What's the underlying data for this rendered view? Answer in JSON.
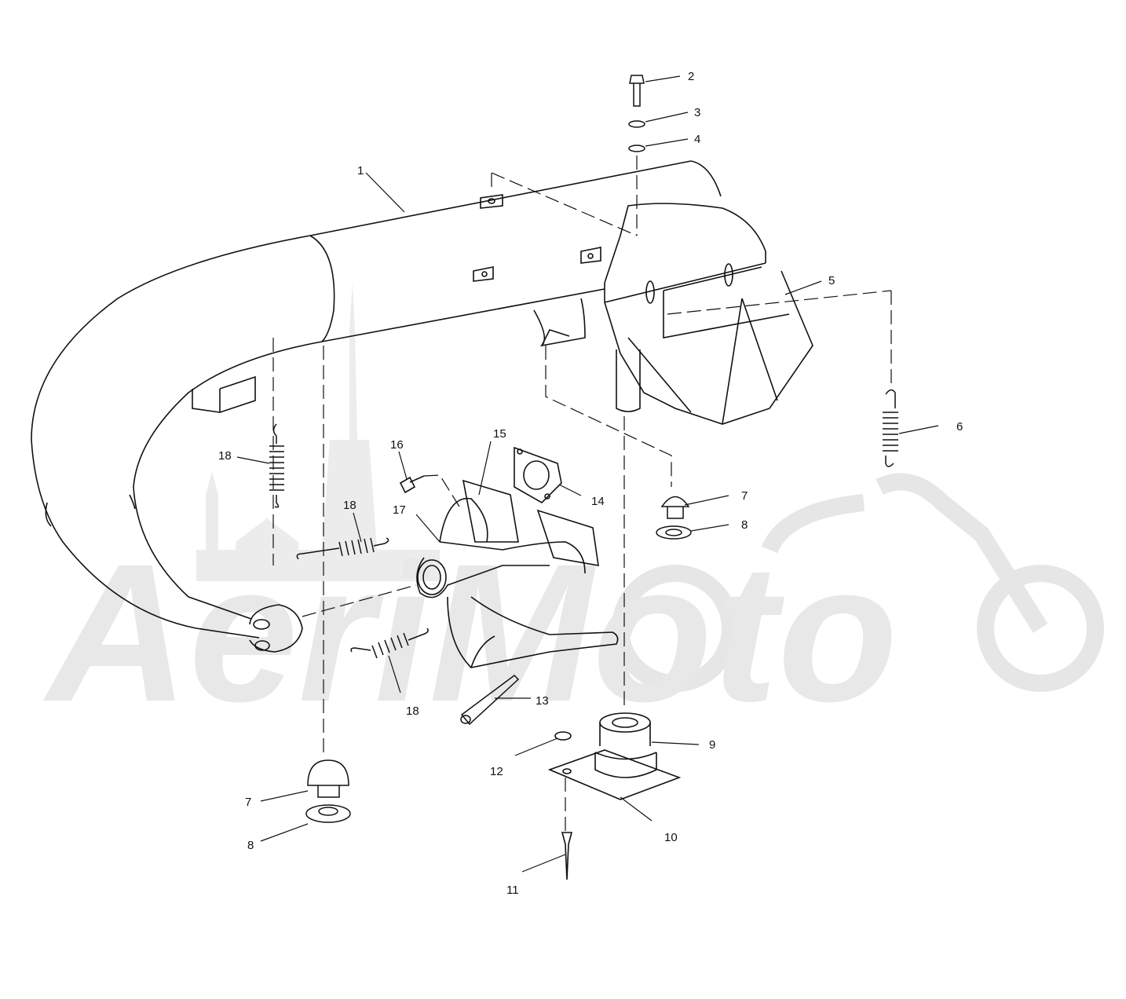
{
  "watermark": {
    "text": "AeriMoto",
    "color": "#e6e6e6"
  },
  "colors": {
    "line": "#111111",
    "paper": "#ffffff",
    "watermark": "#e6e6e6"
  },
  "callouts": [
    {
      "id": "c1",
      "label": "1"
    },
    {
      "id": "c2",
      "label": "2"
    },
    {
      "id": "c3",
      "label": "3"
    },
    {
      "id": "c4",
      "label": "4"
    },
    {
      "id": "c5",
      "label": "5"
    },
    {
      "id": "c6",
      "label": "6"
    },
    {
      "id": "c7a",
      "label": "7"
    },
    {
      "id": "c8a",
      "label": "8"
    },
    {
      "id": "c7b",
      "label": "7"
    },
    {
      "id": "c8b",
      "label": "8"
    },
    {
      "id": "c9",
      "label": "9"
    },
    {
      "id": "c10",
      "label": "10"
    },
    {
      "id": "c11",
      "label": "11"
    },
    {
      "id": "c12",
      "label": "12"
    },
    {
      "id": "c13",
      "label": "13"
    },
    {
      "id": "c14",
      "label": "14"
    },
    {
      "id": "c15",
      "label": "15"
    },
    {
      "id": "c16",
      "label": "16"
    },
    {
      "id": "c17",
      "label": "17"
    },
    {
      "id": "c18a",
      "label": "18"
    },
    {
      "id": "c18b",
      "label": "18"
    },
    {
      "id": "c18c",
      "label": "18"
    }
  ]
}
